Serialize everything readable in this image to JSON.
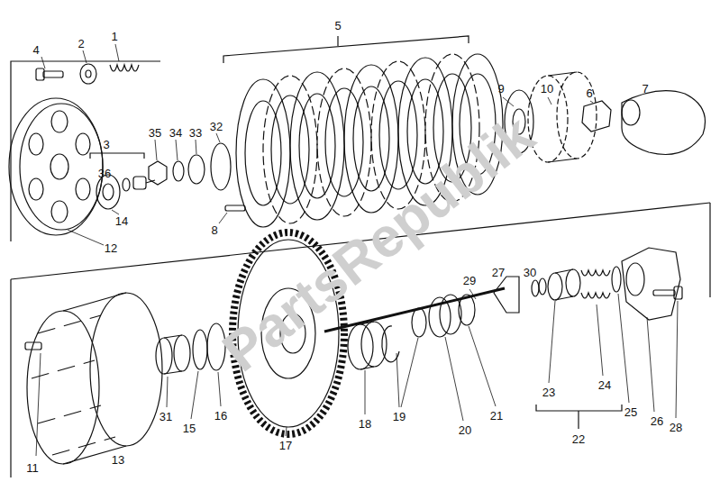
{
  "diagram": {
    "labels": [
      "1",
      "2",
      "3",
      "4",
      "5",
      "6",
      "7",
      "8",
      "9",
      "10",
      "11",
      "12",
      "13",
      "14",
      "15",
      "16",
      "17",
      "18",
      "19",
      "20",
      "21",
      "22",
      "23",
      "24",
      "25",
      "26",
      "27",
      "28",
      "29",
      "30",
      "31",
      "32",
      "33",
      "34",
      "35",
      "36",
      "PartsRepublik"
    ]
  }
}
